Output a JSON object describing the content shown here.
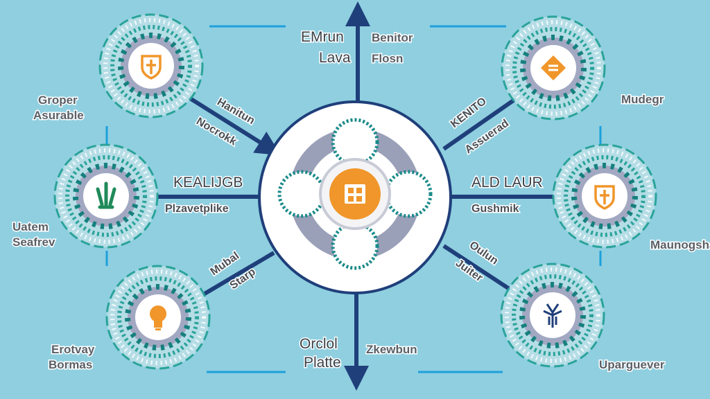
{
  "colors": {
    "background": "#8fcfe0",
    "navy": "#1f3f7a",
    "orange": "#f0962a",
    "teal": "#1a8a8a",
    "accent_line": "#1ea0dc",
    "green": "#1f8a5a"
  },
  "center": {
    "icon": "grid-icon"
  },
  "top": {
    "left_label": [
      "EMrun",
      "Lava"
    ],
    "right_label": [
      "Benitor",
      "Flosn"
    ]
  },
  "bottom": {
    "left_label": [
      "Orclol",
      "Platte"
    ],
    "right_label": [
      "Zkewbun"
    ]
  },
  "nodes": [
    {
      "icon": "shield-plus-icon",
      "label": [
        "Groper",
        "Asurable"
      ],
      "arrow_label": [
        "Hanitun",
        "Nocrokk"
      ]
    },
    {
      "icon": "lever-icon",
      "label": [
        "Uatem",
        "Seafrev"
      ],
      "arrow_label": [
        "KEALIJGB",
        "Plzavetplike"
      ]
    },
    {
      "icon": "lightbulb-icon",
      "label": [
        "Erotvay",
        "Bormas"
      ],
      "arrow_label": [
        "Mubal",
        "Starp"
      ]
    },
    {
      "icon": "swap-arrows-icon",
      "label": [
        "Mudegr"
      ],
      "arrow_label": [
        "KENITO",
        "Assuerad"
      ]
    },
    {
      "icon": "shield-plus-icon",
      "label": [
        "Maunogsha"
      ],
      "arrow_label": [
        "ALD LAUR",
        "Gushmik"
      ]
    },
    {
      "icon": "tree-icon",
      "label": [
        "Uparguever"
      ],
      "arrow_label": [
        "Oulun",
        "Juiter"
      ]
    }
  ]
}
